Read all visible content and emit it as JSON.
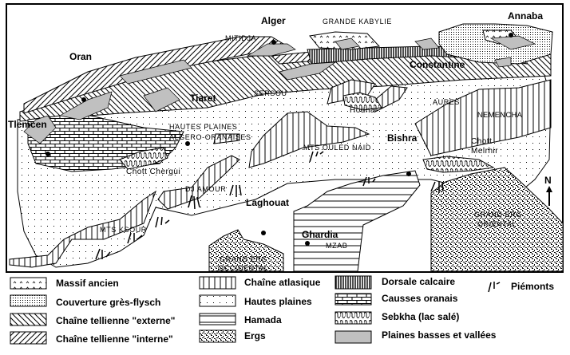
{
  "map": {
    "cities": {
      "alger": "Alger",
      "annaba": "Annaba",
      "oran": "Oran",
      "constantine": "Constantine",
      "tiaret": "Tiaret",
      "tlemcen": "Tlemcen",
      "bishra": "Bishra",
      "laghouat": "Laghouat",
      "ghardia": "Ghardia"
    },
    "regions": {
      "grande_kabylie": "GRANDE KABYLIE",
      "mitidja": "MITIDJA",
      "sersou": "SERSOU",
      "hautes_plaines_1": "HAUTES PLAINES",
      "hautes_plaines_2": "ALGERO-ORANAISES",
      "hodna": "Hodna",
      "aures": "AURES",
      "nemencha": "NEMENCHA",
      "mts_ouled_naid": "MTS OULED NAID",
      "chott_chergui": "Chott Chergui",
      "chott_melrhir_1": "Chott",
      "chott_melrhir_2": "Melrhir",
      "dj_amour": "DJ AMOUR",
      "mts_ksour": "MTS KSOUR",
      "mzab": "MZAB",
      "grand_erg_occidental_1": "GRAND ERG",
      "grand_erg_occidental_2": "OCCIDENTAL",
      "grand_erg_oriental_1": "GRAND ERG",
      "grand_erg_oriental_2": "ORIENTAL"
    },
    "north_arrow": "N"
  },
  "legend": {
    "massif_ancien": "Massif ancien",
    "couverture": "Couverture grès-flysch",
    "tell_externe": "Chaîne tellienne \"externe\"",
    "tell_interne": "Chaîne tellienne \"interne\"",
    "atlas": "Chaîne atlasique",
    "hautes_plaines": "Hautes plaines",
    "hamada": "Hamada",
    "ergs": "Ergs",
    "dorsale": "Dorsale calcaire",
    "causses": "Causses oranais",
    "sebkha": "Sebkha (lac salé)",
    "plaines_basses": "Plaines basses et vallées",
    "piemonts": "Piémonts"
  },
  "colors": {
    "plaines_basses": "#c0c0c0",
    "ink": "#000000"
  }
}
